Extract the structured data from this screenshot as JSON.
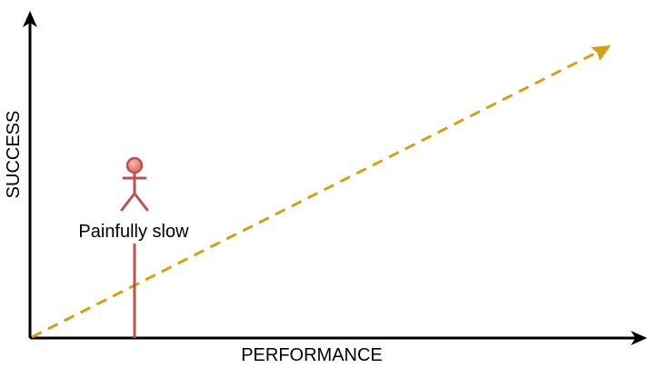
{
  "axes": {
    "x_label": "PERFORMANCE",
    "y_label": "SUCCESS",
    "color": "#000000"
  },
  "trend_arrow": {
    "style": "dashed",
    "color": "#d4a017"
  },
  "person": {
    "label": "Painfully slow",
    "icon": "stick-figure-icon",
    "head_fill": "#e88080",
    "stroke_color": "#b85450"
  }
}
